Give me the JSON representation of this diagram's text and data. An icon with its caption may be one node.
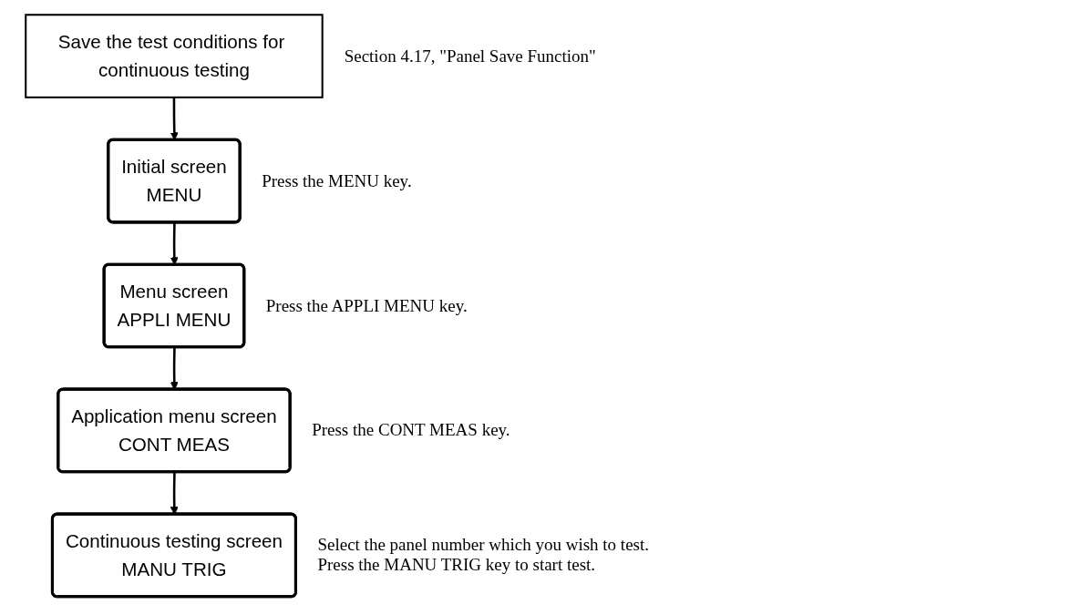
{
  "diagram": {
    "nodes": [
      {
        "text": [
          "Save the test conditions for continuous testing"
        ],
        "beside": [
          "Section 4.17, \"Panel Save Function\""
        ]
      },
      {
        "text": [
          "Initial screen",
          "MENU"
        ],
        "beside": [
          "Press the MENU key."
        ]
      },
      {
        "text": [
          "Menu screen",
          "APPLI MENU"
        ],
        "beside": [
          "Press the APPLI MENU key."
        ]
      },
      {
        "text": [
          "Application menu screen",
          "CONT MEAS"
        ],
        "beside": [
          "Press the CONT MEAS key."
        ]
      },
      {
        "text": [
          "Continuous testing screen",
          "MANU TRIG"
        ],
        "beside": [
          "Select the panel number which you wish to test.",
          "Press the MANU TRIG key to start test."
        ]
      }
    ],
    "edges": [
      {
        "from": 0,
        "to": 1,
        "arrow": "to"
      },
      {
        "from": 1,
        "to": 2,
        "arrow": "to"
      },
      {
        "from": 2,
        "to": 3,
        "arrow": "to"
      },
      {
        "from": 3,
        "to": 4,
        "arrow": "to"
      }
    ]
  }
}
